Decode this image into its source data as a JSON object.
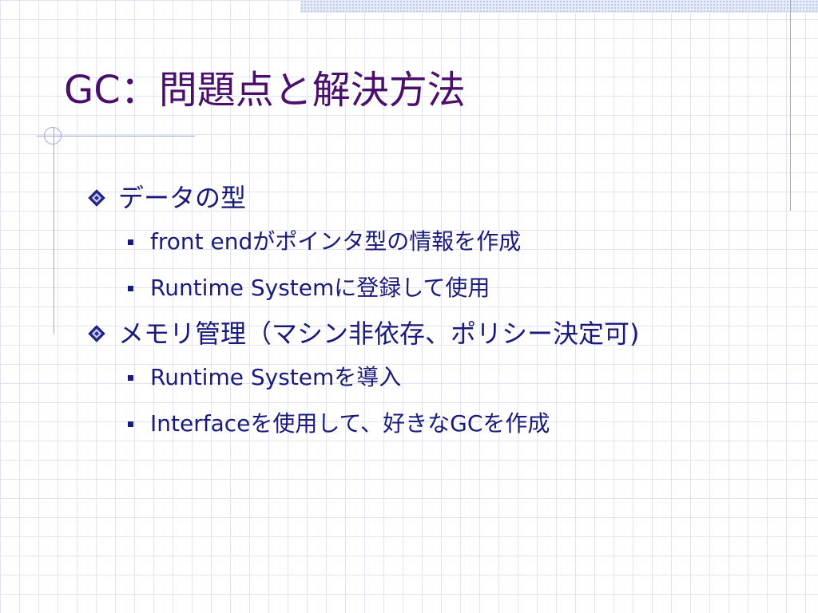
{
  "slide": {
    "title": "GC：問題点と解決方法",
    "bullets": [
      {
        "text": "データの型",
        "sub": [
          "front endがポインタ型の情報を作成",
          "Runtime Systemに登録して使用"
        ]
      },
      {
        "text": "メモリ管理（マシン非依存、ポリシー決定可)",
        "sub": [
          "Runtime Systemを導入",
          "Interfaceを使用して、好きなGCを作成"
        ]
      }
    ]
  },
  "colors": {
    "title": "#4b0f6b",
    "body_text": "#1a1a7a",
    "grid": "#dfe3f2",
    "accent_line": "#9aa8d4"
  },
  "icons": {
    "level1_bullet": "diamond-bullet-icon",
    "level2_bullet": "square-bullet-icon"
  }
}
